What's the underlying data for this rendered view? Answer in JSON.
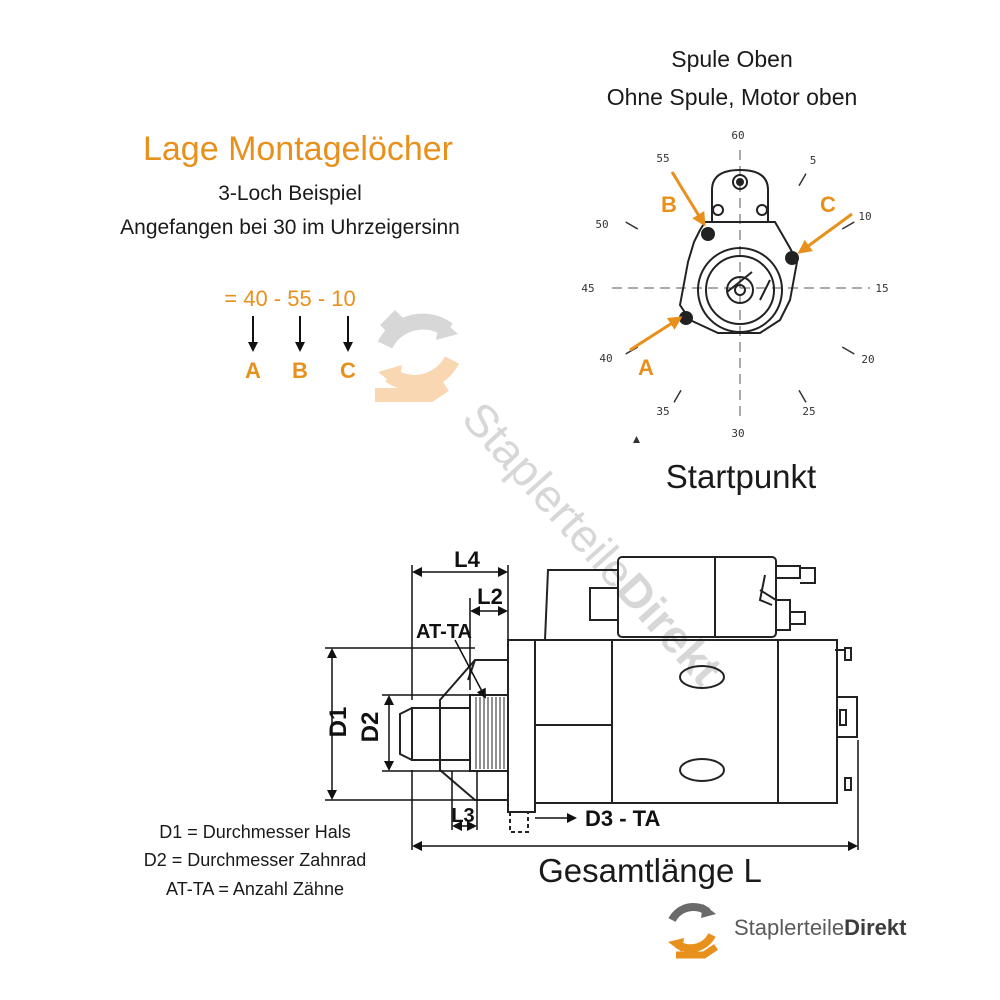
{
  "mounting": {
    "title": "Lage Montagelöcher",
    "subtitle1": "3-Loch Beispiel",
    "subtitle2": "Angefangen bei 30 im Uhrzeigersinn",
    "formula": "= 40 - 55 - 10",
    "letters": [
      "A",
      "B",
      "C"
    ]
  },
  "dial": {
    "top_line1": "Spule Oben",
    "top_line2": "Ohne Spule, Motor oben",
    "marks": [
      "60",
      "5",
      "10",
      "15",
      "20",
      "25",
      "30",
      "35",
      "40",
      "45",
      "50",
      "55"
    ],
    "hole_labels": [
      "A",
      "B",
      "C"
    ],
    "start_label": "Startpunkt"
  },
  "dimensions": {
    "l4": "L4",
    "l2": "L2",
    "at_ta": "AT-TA",
    "d1": "D1",
    "d2": "D2",
    "l3": "L3",
    "d3": "D3 - TA",
    "total": "Gesamtlänge L"
  },
  "legend": [
    "D1 = Durchmesser Hals",
    "D2 = Durchmesser Zahnrad",
    "AT-TA = Anzahl Zähne"
  ],
  "watermark": {
    "prefix": "Staplerteile",
    "suffix": "Direkt"
  },
  "brand": {
    "prefix": "Staplerteile",
    "suffix": "Direkt"
  },
  "colors": {
    "accent": "#e8901c",
    "ink": "#1a1a1a",
    "gray": "#9a9a9a"
  }
}
